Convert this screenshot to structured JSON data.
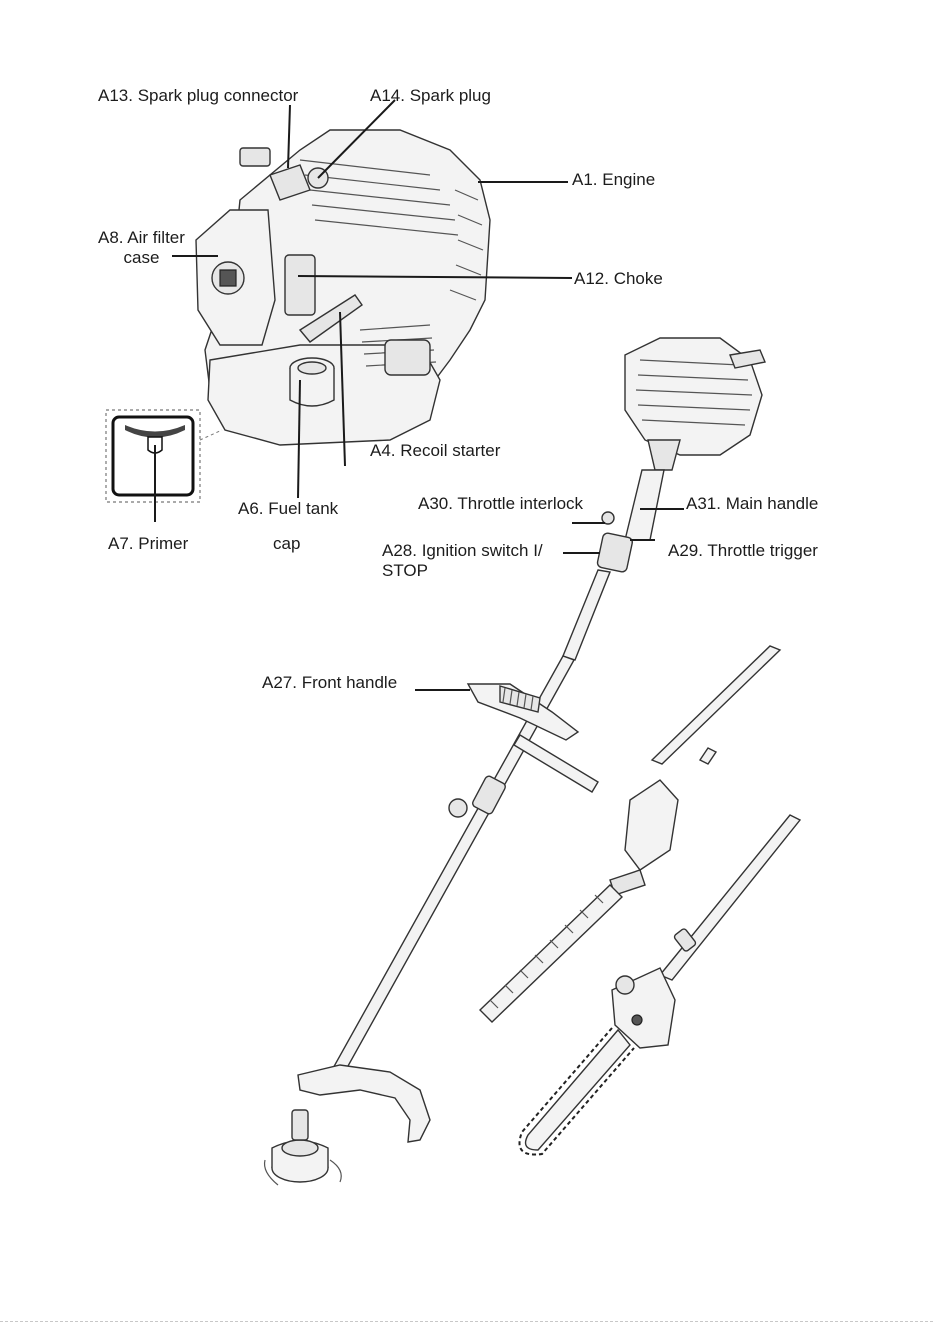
{
  "labels": {
    "a13": "A13. Spark plug connector",
    "a14": "A14. Spark plug",
    "a1": "A1. Engine",
    "a8": "A8. Air filter\ncase",
    "a12": "A12. Choke",
    "a4": "A4. Recoil starter",
    "a6_line1": "A6. Fuel tank",
    "a6_line2": "cap",
    "a7": "A7. Primer",
    "a30": "A30. Throttle interlock",
    "a31": "A31. Main handle",
    "a28": "A28. Ignition switch I/\nSTOP",
    "a29": "A29. Throttle trigger",
    "a27": "A27. Front handle"
  }
}
